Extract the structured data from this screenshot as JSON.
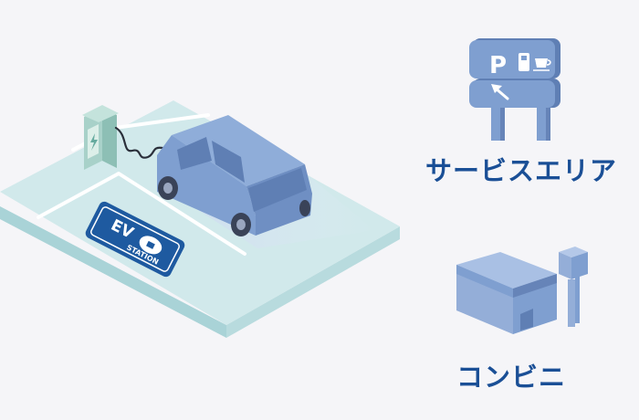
{
  "labels": {
    "service_area": "サービスエリア",
    "convenience_store": "コンビニ"
  },
  "ev_sign": {
    "big_text": "EV",
    "small_text": "STATION"
  },
  "sign_post": {
    "parking_letter": "P"
  },
  "colors": {
    "background": "#f5f5f8",
    "label_text": "#1a4f96",
    "pavement": "#cfe8ea",
    "pavement_side": "#a9d3d7",
    "vehicle_body": "#7f9fd0",
    "vehicle_dark": "#5f7fb4",
    "sign_blue": "#1e5aa0",
    "building": "#94aed8"
  }
}
